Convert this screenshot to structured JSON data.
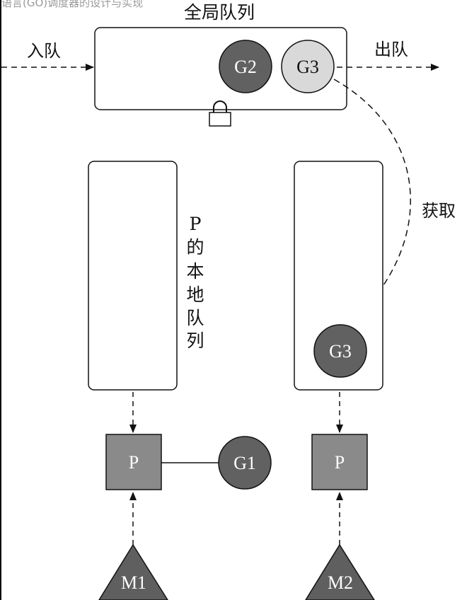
{
  "diagram": {
    "faint_header": "语言(GO)调度器的设计与实现",
    "global_queue_label": "全局队列",
    "enqueue_label": "入队",
    "dequeue_label": "出队",
    "steal_label": "获取",
    "local_queue_label": [
      "P",
      "的",
      "本",
      "地",
      "队",
      "列"
    ],
    "global_goroutines": [
      "G2",
      "G3"
    ],
    "stolen_goroutine": "G3",
    "running_goroutine": "G1",
    "processors": [
      "P",
      "P"
    ],
    "machines": [
      "M1",
      "M2"
    ]
  },
  "colors": {
    "dark_node": "#616161",
    "light_node": "#d9d9d9",
    "processor": "#8a8a8a",
    "machine": "#5f5f5f",
    "line": "#111111",
    "background": "#ffffff"
  }
}
